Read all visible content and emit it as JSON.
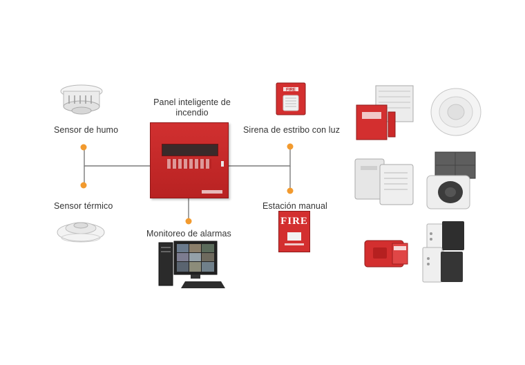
{
  "diagram": {
    "nodes": {
      "panel": {
        "label": "Panel inteligente de incendio",
        "label_lines": [
          "Panel inteligente de",
          "incendio"
        ]
      },
      "smoke_sensor": {
        "label": "Sensor de humo"
      },
      "thermal_sensor": {
        "label": "Sensor térmico"
      },
      "alarm_monitor": {
        "label": "Monitoreo de alarmas"
      },
      "siren": {
        "label": "Sirena de estribo con luz"
      },
      "manual_station": {
        "label": "Estación manual",
        "sign_text": "FIRE"
      }
    },
    "product_gallery": {
      "items": [
        "alarm-panel-box",
        "smoke-detector",
        "control-module",
        "gray-tiles",
        "beam-detector",
        "fire-pull-station",
        "relay-modules"
      ]
    },
    "colors": {
      "connector": "#f29a2e",
      "wire": "#7a7a7a",
      "panel": "#c62828",
      "text": "#333333"
    }
  }
}
